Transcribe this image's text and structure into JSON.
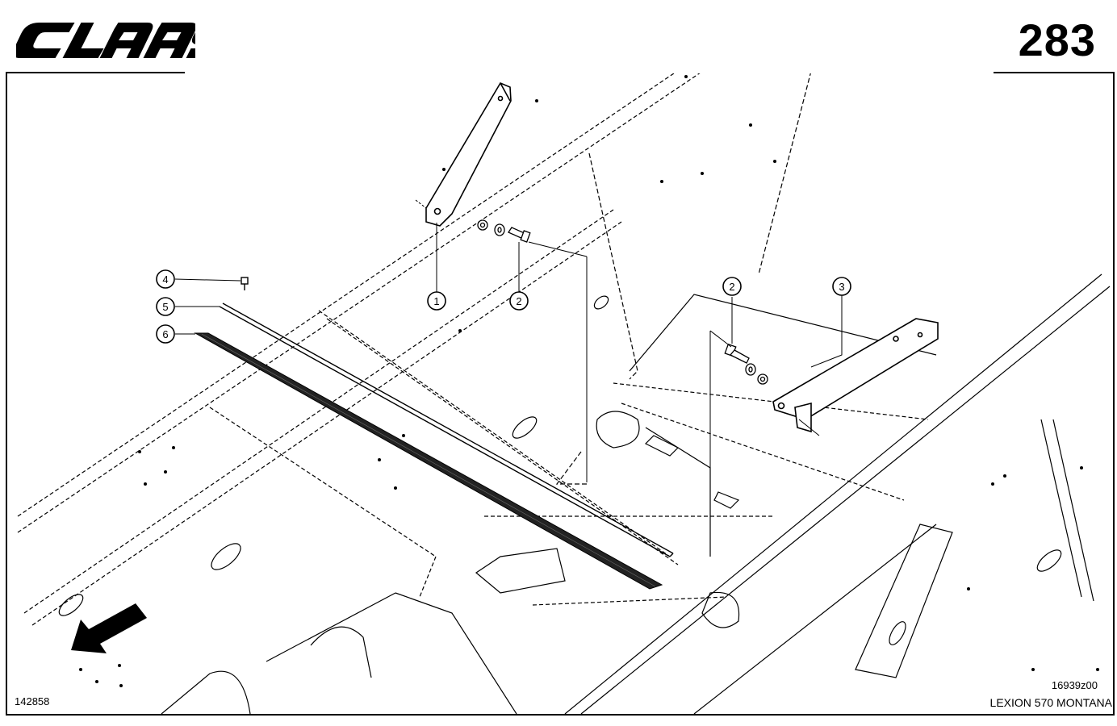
{
  "header": {
    "brand": "CLAAS",
    "page_number": "283"
  },
  "footer": {
    "figure_ref_left": "142858",
    "figure_ref_right": "16939z00",
    "model": "LEXION 570 MONTANA"
  },
  "callouts": [
    {
      "id": "1",
      "label": "1"
    },
    {
      "id": "2a",
      "label": "2"
    },
    {
      "id": "2b",
      "label": "2"
    },
    {
      "id": "3",
      "label": "3"
    },
    {
      "id": "4",
      "label": "4"
    },
    {
      "id": "5",
      "label": "5"
    },
    {
      "id": "6",
      "label": "6"
    }
  ],
  "icons": {
    "direction_arrow": "arrow-down-left-icon"
  }
}
